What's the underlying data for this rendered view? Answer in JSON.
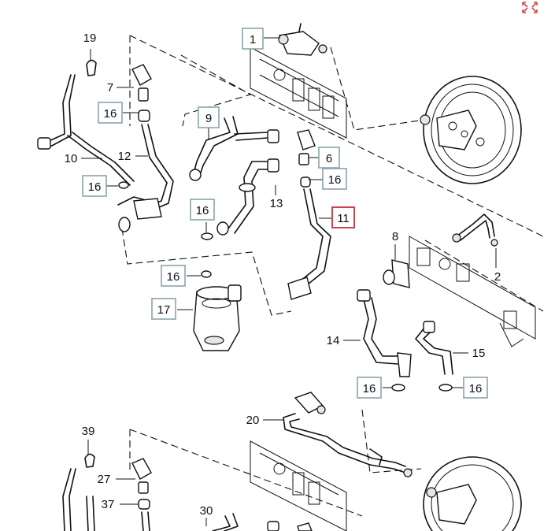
{
  "callouts": [
    {
      "id": "1",
      "boxed": true,
      "color": "#8aa3ad"
    },
    {
      "id": "19",
      "boxed": false
    },
    {
      "id": "7",
      "boxed": false
    },
    {
      "id": "16a",
      "label": "16",
      "boxed": true,
      "color": "#8aa3ad"
    },
    {
      "id": "9",
      "boxed": true,
      "color": "#8aa3ad"
    },
    {
      "id": "10",
      "boxed": false
    },
    {
      "id": "12",
      "boxed": false
    },
    {
      "id": "16b",
      "label": "16",
      "boxed": true,
      "color": "#8aa3ad"
    },
    {
      "id": "6",
      "boxed": true,
      "color": "#8aa3ad"
    },
    {
      "id": "16c",
      "label": "16",
      "boxed": true,
      "color": "#8aa3ad"
    },
    {
      "id": "13",
      "boxed": false
    },
    {
      "id": "16d",
      "label": "16",
      "boxed": true,
      "color": "#8aa3ad"
    },
    {
      "id": "11",
      "boxed": true,
      "color": "#c0343b"
    },
    {
      "id": "8",
      "boxed": false
    },
    {
      "id": "2",
      "boxed": false
    },
    {
      "id": "16e",
      "label": "16",
      "boxed": true,
      "color": "#8aa3ad"
    },
    {
      "id": "17",
      "boxed": true,
      "color": "#8aa3ad"
    },
    {
      "id": "14",
      "boxed": false
    },
    {
      "id": "15",
      "boxed": false
    },
    {
      "id": "16f",
      "label": "16",
      "boxed": true,
      "color": "#8aa3ad"
    },
    {
      "id": "16g",
      "label": "16",
      "boxed": true,
      "color": "#8aa3ad"
    },
    {
      "id": "20",
      "boxed": false
    },
    {
      "id": "39",
      "boxed": false
    },
    {
      "id": "27",
      "boxed": false
    },
    {
      "id": "37",
      "boxed": false
    },
    {
      "id": "30",
      "boxed": false
    }
  ],
  "labels": {
    "c1": "1",
    "c19": "19",
    "c7": "7",
    "c16a": "16",
    "c9": "9",
    "c10": "10",
    "c12": "12",
    "c16b": "16",
    "c6": "6",
    "c16c": "16",
    "c13": "13",
    "c16d": "16",
    "c11": "11",
    "c8": "8",
    "c2": "2",
    "c16e": "16",
    "c17": "17",
    "c14": "14",
    "c15": "15",
    "c16f": "16",
    "c16g": "16",
    "c20": "20",
    "c39": "39",
    "c27": "27",
    "c37": "37",
    "c30": "30"
  },
  "icons": {
    "corner": "expand-arrows-icon"
  },
  "colors": {
    "box_default": "#8aa3ad",
    "box_highlight": "#c0343b",
    "corner_icon": "#d04848"
  }
}
